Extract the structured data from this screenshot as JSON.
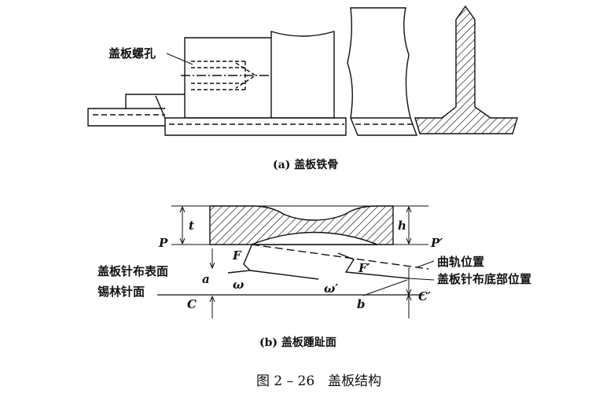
{
  "diagram_a": {
    "callout": "盖板螺孔",
    "caption": "(a) 盖板铁骨"
  },
  "diagram_b": {
    "letters": {
      "t": "t",
      "h": "h",
      "P": "P",
      "P_prime": "P′",
      "F": "F",
      "F_prime": "F′",
      "a": "a",
      "b": "b",
      "omega": "ω",
      "omega_prime": "ω′",
      "C": "C",
      "C_prime": "C′"
    },
    "left_labels": {
      "flat_surface": "盖板针布表面",
      "cylinder_surface": "锡林针面"
    },
    "right_labels": {
      "curve_position": "曲轨位置",
      "flat_base_position": "盖板针布底部位置"
    },
    "caption": "(b) 盖板踵趾面"
  },
  "figure_caption": "图 2 – 26　盖板结构",
  "colors": {
    "ink": "#111111",
    "background": "#ffffff"
  }
}
